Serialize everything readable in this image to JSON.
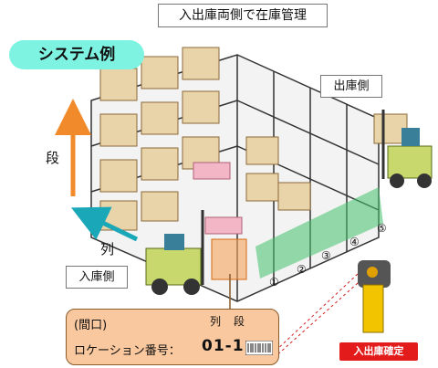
{
  "title": "入出庫両側で在庫管理",
  "system_example": "システム例",
  "outbound_side": "出庫側",
  "inbound_side": "入庫側",
  "axis": {
    "tier": "段",
    "column": "列"
  },
  "location": {
    "opening": "(間口)",
    "column_label": "列",
    "tier_label": "段",
    "label": "ロケーション番号：",
    "code": "01-1"
  },
  "confirm_badge": "入出庫確定",
  "bay_numbers": [
    "①",
    "②",
    "③",
    "④",
    "⑤"
  ],
  "colors": {
    "pill": "#7ff3e1",
    "arrow_tier": "#f08a2a",
    "arrow_column": "#1aa7b8",
    "badge": "#e31b1b"
  }
}
